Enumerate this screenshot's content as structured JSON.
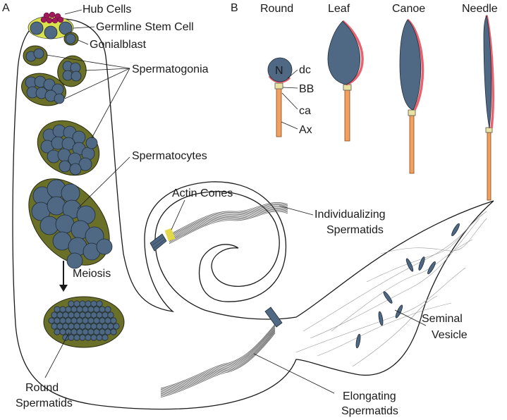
{
  "panels": {
    "a": "A",
    "b": "B"
  },
  "labels": {
    "hub_cells": "Hub Cells",
    "germline_stem_cell": "Germline Stem Cell",
    "gonialblast": "Gonialblast",
    "spermatogonia": "Spermatogonia",
    "spermatocytes": "Spermatocytes",
    "meiosis": "Meiosis",
    "round_spermatids_1": "Round",
    "round_spermatids_2": "Spermatids",
    "actin_cones": "Actin Cones",
    "individualizing_1": "Individualizing",
    "individualizing_2": "Spermatids",
    "elongating_1": "Elongating",
    "elongating_2": "Spermatids",
    "seminal_1": "Seminal",
    "seminal_2": "Vesicle"
  },
  "stages": {
    "round": "Round",
    "leaf": "Leaf",
    "canoe": "Canoe",
    "needle": "Needle"
  },
  "parts": {
    "nucleus": "N",
    "dc": "dc",
    "bb": "BB",
    "ca": "ca",
    "ax": "Ax"
  },
  "colors": {
    "cyst": "#6b7028",
    "cell": "#4f6883",
    "hub": "#a0185c",
    "stem_ring": "#d9e24a",
    "acrosome": "#e8616d",
    "axoneme": "#f0a060",
    "actin": "#e2d84a"
  }
}
